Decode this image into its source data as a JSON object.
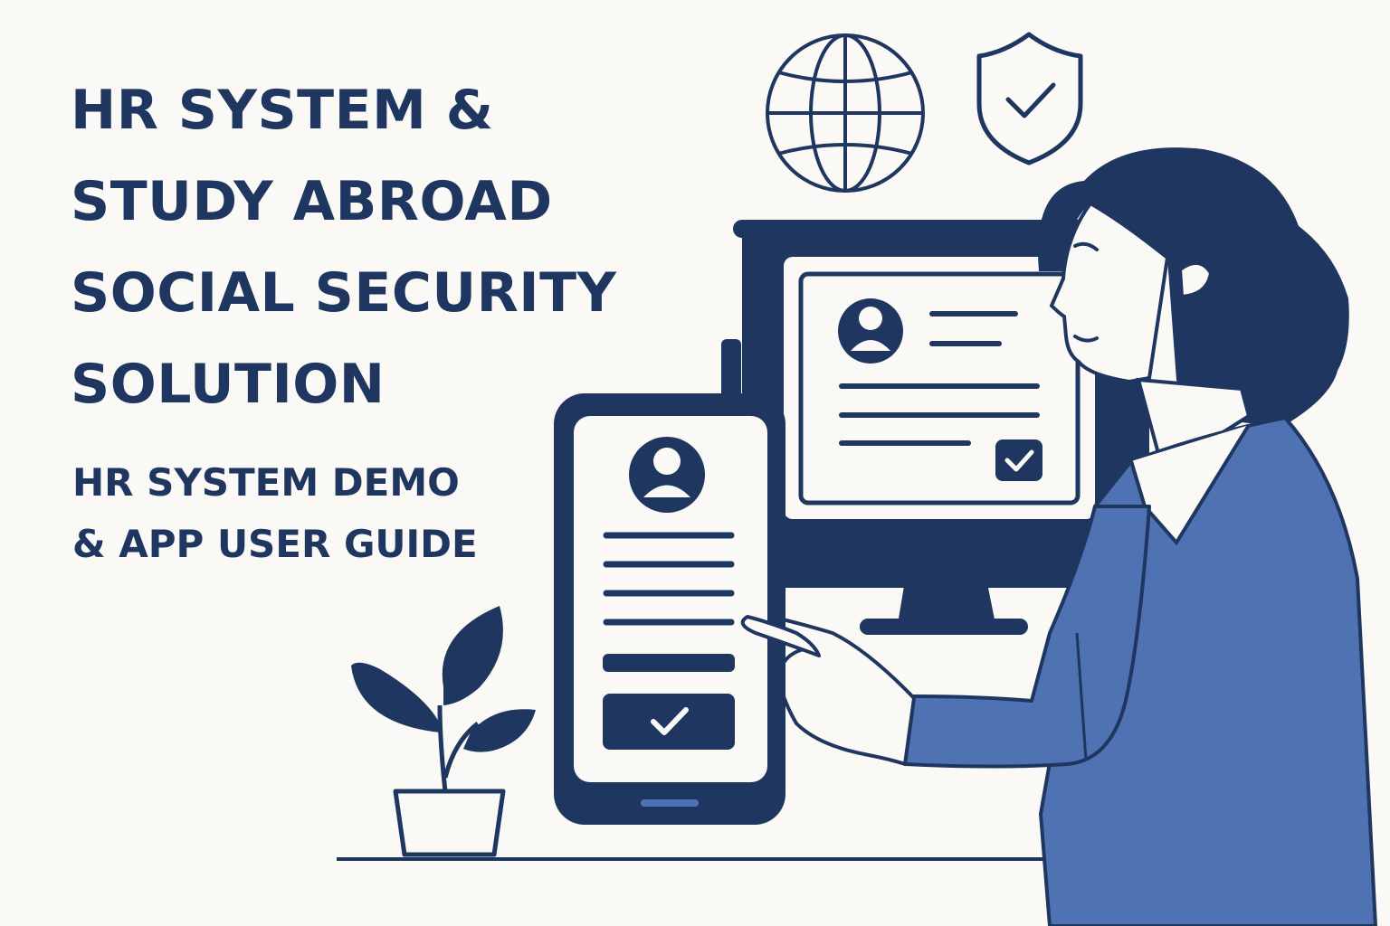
{
  "headline": {
    "line1": "HR SYSTEM &",
    "line2": "STUDY ABROAD",
    "line3": "SOCIAL SECURITY",
    "line4": "SOLUTION"
  },
  "subheadline": {
    "line1": "HR SYSTEM DEMO",
    "line2": "& APP USER GUIDE"
  },
  "colors": {
    "navy": "#1e3660",
    "blue": "#4f72b3",
    "background": "#faf9f5"
  },
  "icons": [
    "globe-icon",
    "shield-check-icon",
    "user-avatar-icon",
    "checkmark-icon",
    "plant-illustration",
    "woman-illustration",
    "phone-illustration",
    "monitor-illustration"
  ]
}
